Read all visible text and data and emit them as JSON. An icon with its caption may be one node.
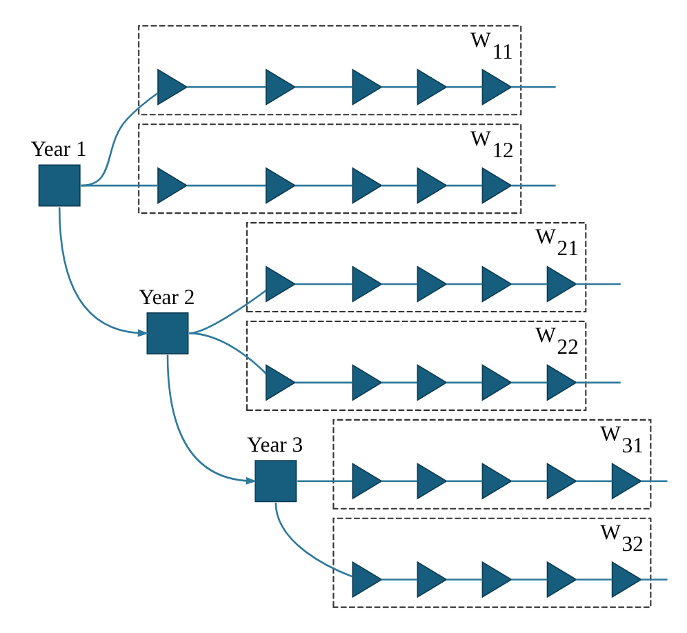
{
  "diagram": {
    "nodes": [
      {
        "text": [
          "Year 1"
        ]
      },
      {
        "text": [
          "W$_{11}$"
        ]
      },
      {
        "text": [],
        "shape": "triangle",
        "in": 1
      },
      {
        "text": [],
        "shape": "triangle",
        "in": 1
      },
      {
        "text": [],
        "shape": "triangle",
        "in": 1
      },
      {
        "text": [],
        "shape": "triangle",
        "in": 1
      },
      {
        "text": [],
        "shape": "triangle",
        "in": 1
      },
      {
        "text": [
          "W$_{12}$"
        ]
      },
      {
        "text": [],
        "shape": "triangle",
        "in": 7
      },
      {
        "text": [],
        "shape": "triangle",
        "in": 7
      },
      {
        "text": [],
        "shape": "triangle",
        "in": 7
      },
      {
        "text": [],
        "shape": "triangle",
        "in": 7
      },
      {
        "text": [],
        "shape": "triangle",
        "in": 7
      },
      {
        "text": [
          "Year 2"
        ]
      },
      {
        "text": [
          "W$_{21}$"
        ]
      },
      {
        "text": [],
        "shape": "triangle",
        "in": 14
      },
      {
        "text": [],
        "shape": "triangle",
        "in": 14
      },
      {
        "text": [],
        "shape": "triangle",
        "in": 14
      },
      {
        "text": [],
        "shape": "triangle",
        "in": 14
      },
      {
        "text": [],
        "shape": "triangle",
        "in": 14
      },
      {
        "text": [
          "W$_{22}$"
        ]
      },
      {
        "text": [],
        "shape": "triangle",
        "in": 20
      },
      {
        "text": [],
        "shape": "triangle",
        "in": 20
      },
      {
        "text": [],
        "shape": "triangle",
        "in": 20
      },
      {
        "text": [],
        "shape": "triangle",
        "in": 20
      },
      {
        "text": [],
        "shape": "triangle",
        "in": 20
      },
      {
        "text": [
          "Year 3"
        ]
      },
      {
        "text": [
          "W$_{31}$"
        ]
      },
      {
        "text": [],
        "shape": "triangle",
        "in": 27
      },
      {
        "text": [],
        "shape": "triangle",
        "in": 27
      },
      {
        "text": [],
        "shape": "triangle",
        "in": 27
      },
      {
        "text": [],
        "shape": "triangle",
        "in": 27
      },
      {
        "text": [],
        "shape": "triangle",
        "in": 27
      },
      {
        "text": [
          "W$_{32}$"
        ]
      },
      {
        "text": [],
        "shape": "triangle",
        "in": 33
      },
      {
        "text": [],
        "shape": "triangle",
        "in": 33
      },
      {
        "text": [],
        "shape": "triangle",
        "in": 33
      },
      {
        "text": [],
        "shape": "triangle",
        "in": 33
      },
      {
        "text": [],
        "shape": "triangle",
        "in": 33
      }
    ],
    "edges": [
      {
        "from": 0,
        "to": 2,
        "arrow": "none"
      },
      {
        "from": 2,
        "to": 3,
        "arrow": "none"
      },
      {
        "from": 3,
        "to": 4,
        "arrow": "none"
      },
      {
        "from": 4,
        "to": 5,
        "arrow": "none"
      },
      {
        "from": 5,
        "to": 6,
        "arrow": "none"
      },
      {
        "from": 6,
        "to": null,
        "arrow": "none"
      },
      {
        "from": 0,
        "to": 8,
        "arrow": "none"
      },
      {
        "from": 8,
        "to": 9,
        "arrow": "none"
      },
      {
        "from": 9,
        "to": 10,
        "arrow": "none"
      },
      {
        "from": 10,
        "to": 11,
        "arrow": "none"
      },
      {
        "from": 11,
        "to": 12,
        "arrow": "none"
      },
      {
        "from": 12,
        "to": null,
        "arrow": "none"
      },
      {
        "from": 0,
        "to": 13,
        "arrow": "to"
      },
      {
        "from": 13,
        "to": 15,
        "arrow": "none"
      },
      {
        "from": 15,
        "to": 16,
        "arrow": "none"
      },
      {
        "from": 16,
        "to": 17,
        "arrow": "none"
      },
      {
        "from": 17,
        "to": 18,
        "arrow": "none"
      },
      {
        "from": 18,
        "to": 19,
        "arrow": "none"
      },
      {
        "from": 19,
        "to": null,
        "arrow": "none"
      },
      {
        "from": 13,
        "to": 21,
        "arrow": "none"
      },
      {
        "from": 21,
        "to": 22,
        "arrow": "none"
      },
      {
        "from": 22,
        "to": 23,
        "arrow": "none"
      },
      {
        "from": 23,
        "to": 24,
        "arrow": "none"
      },
      {
        "from": 24,
        "to": 25,
        "arrow": "none"
      },
      {
        "from": 25,
        "to": null,
        "arrow": "none"
      },
      {
        "from": 13,
        "to": 26,
        "arrow": "to"
      },
      {
        "from": 26,
        "to": 28,
        "arrow": "none"
      },
      {
        "from": 28,
        "to": 29,
        "arrow": "none"
      },
      {
        "from": 29,
        "to": 30,
        "arrow": "none"
      },
      {
        "from": 30,
        "to": 31,
        "arrow": "none"
      },
      {
        "from": 31,
        "to": 32,
        "arrow": "none"
      },
      {
        "from": 32,
        "to": null,
        "arrow": "none"
      },
      {
        "from": 26,
        "to": 34,
        "arrow": "none"
      },
      {
        "from": 34,
        "to": 35,
        "arrow": "none"
      },
      {
        "from": 35,
        "to": 36,
        "arrow": "none"
      },
      {
        "from": 36,
        "to": 37,
        "arrow": "none"
      },
      {
        "from": 37,
        "to": 38,
        "arrow": "none"
      },
      {
        "from": 38,
        "to": null,
        "arrow": "none"
      }
    ]
  }
}
